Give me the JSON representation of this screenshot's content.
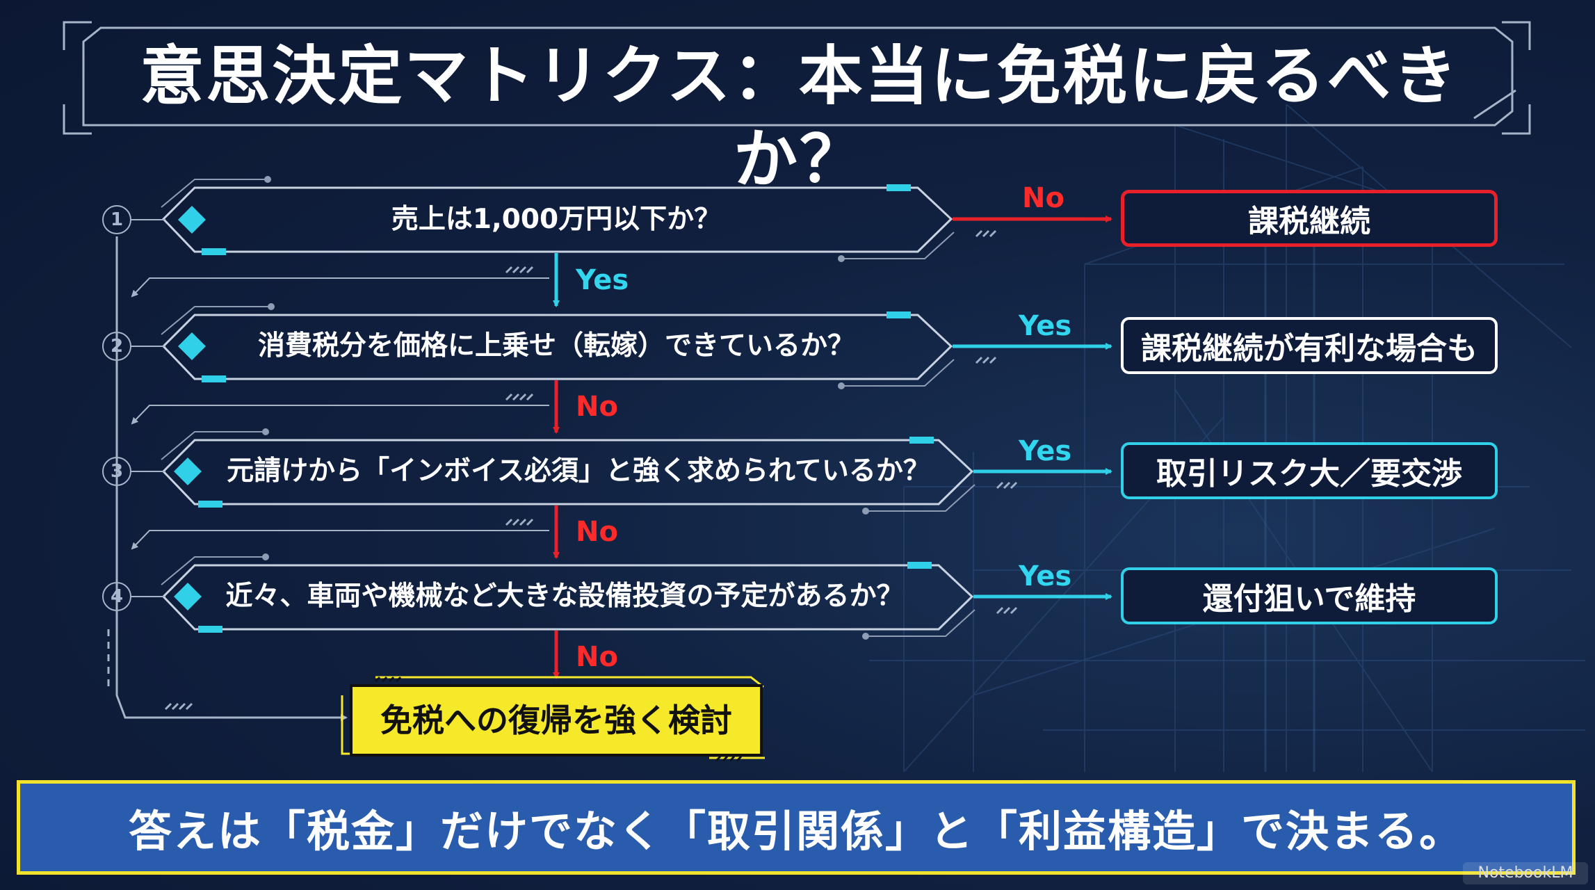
{
  "title": "意思決定マトリクス：本当に免税に戻るべきか？",
  "questions": [
    {
      "number": "1",
      "text": "売上は1,000万円以下か？"
    },
    {
      "number": "2",
      "text": "消費税分を価格に上乗せ（転嫁）できているか？"
    },
    {
      "number": "3",
      "text": "元請けから「インボイス必須」と強く求められているか？"
    },
    {
      "number": "4",
      "text": "近々、車両や機械など大きな設備投資の予定があるか？"
    }
  ],
  "side_branches": [
    {
      "label": "No",
      "outcome": "課税継続",
      "color": "#e8202a"
    },
    {
      "label": "Yes",
      "outcome": "課税継続が有利な場合も",
      "color": "#ffffff"
    },
    {
      "label": "Yes",
      "outcome": "取引リスク大／要交渉",
      "color": "#2fd0e8"
    },
    {
      "label": "Yes",
      "outcome": "還付狙いで維持",
      "color": "#2fd0e8"
    }
  ],
  "down_labels": [
    "Yes",
    "No",
    "No",
    "No"
  ],
  "final_outcome": "免税への復帰を強く検討",
  "conclusion": "答えは「税金」だけでなく「取引関係」と「利益構造」で決まる。",
  "watermark": "NotebookLM",
  "colors": {
    "background": "#0f1d3c",
    "red": "#e8202a",
    "cyan": "#2fd0e8",
    "yellow": "#f5e92a",
    "banner": "#2a5cad"
  }
}
